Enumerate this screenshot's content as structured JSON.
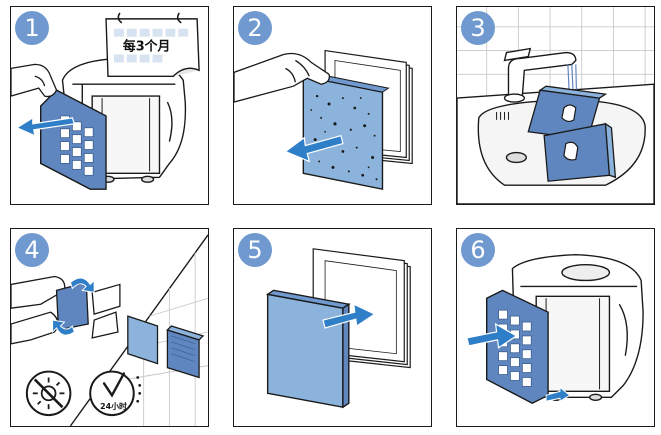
{
  "steps": [
    {
      "number": "1",
      "scene": "remove-filter-frame",
      "calendar_label": "每3个月"
    },
    {
      "number": "2",
      "scene": "remove-dirty-filter"
    },
    {
      "number": "3",
      "scene": "rinse-filters-under-tap"
    },
    {
      "number": "4",
      "scene": "squeeze-and-dry",
      "dry_time_label": "24小时",
      "no_sun_icon": "no-direct-sunlight-icon"
    },
    {
      "number": "5",
      "scene": "insert-new-filter"
    },
    {
      "number": "6",
      "scene": "reinsert-filter-frame"
    }
  ],
  "colors": {
    "accent": "#6f99cf",
    "filter_blue": "#8cb3dc",
    "frame_blue": "#5f86bf",
    "line": "#1a1a1a"
  }
}
